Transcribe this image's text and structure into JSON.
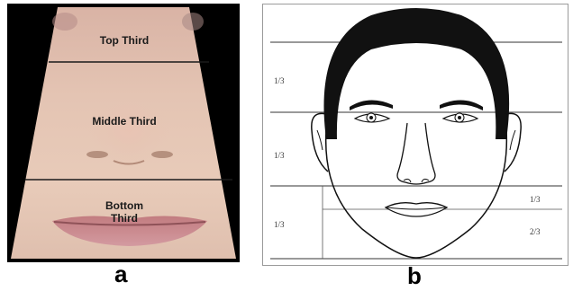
{
  "panel_a": {
    "top_label": "Top Third",
    "middle_label": "Middle Third",
    "bottom_label_line1": "Bottom",
    "bottom_label_line2": "Third",
    "caption": "a"
  },
  "panel_b": {
    "left_fractions": [
      "1/3",
      "1/3",
      "1/3"
    ],
    "right_fractions": [
      "1/3",
      "2/3"
    ],
    "caption": "b"
  },
  "colors": {
    "skin_light": "#e6c8b8",
    "skin_dark": "#c49a86",
    "lip": "#c9868a",
    "line": "#1a1a1a"
  }
}
